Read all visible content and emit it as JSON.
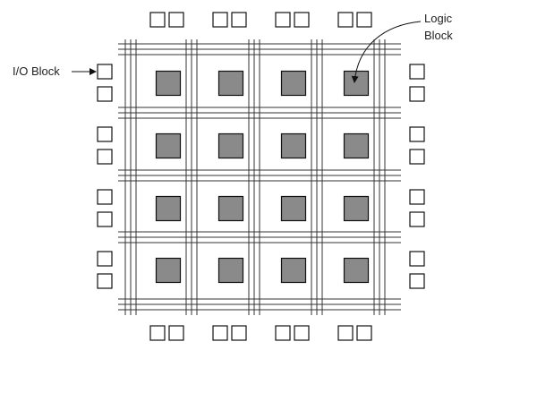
{
  "labels": {
    "io_block": "I/O Block",
    "logic_block_line1": "Logic",
    "logic_block_line2": "Block"
  },
  "grid": {
    "logic_rows": 4,
    "logic_cols": 4,
    "io_pads_per_side_group": 2,
    "routing_tracks_per_channel": 3
  },
  "colors": {
    "logic_fill": "#8a8a8a",
    "logic_stroke": "#111111",
    "io_fill": "#ffffff",
    "io_stroke": "#111111",
    "wire": "#333333",
    "arrow": "#111111"
  }
}
